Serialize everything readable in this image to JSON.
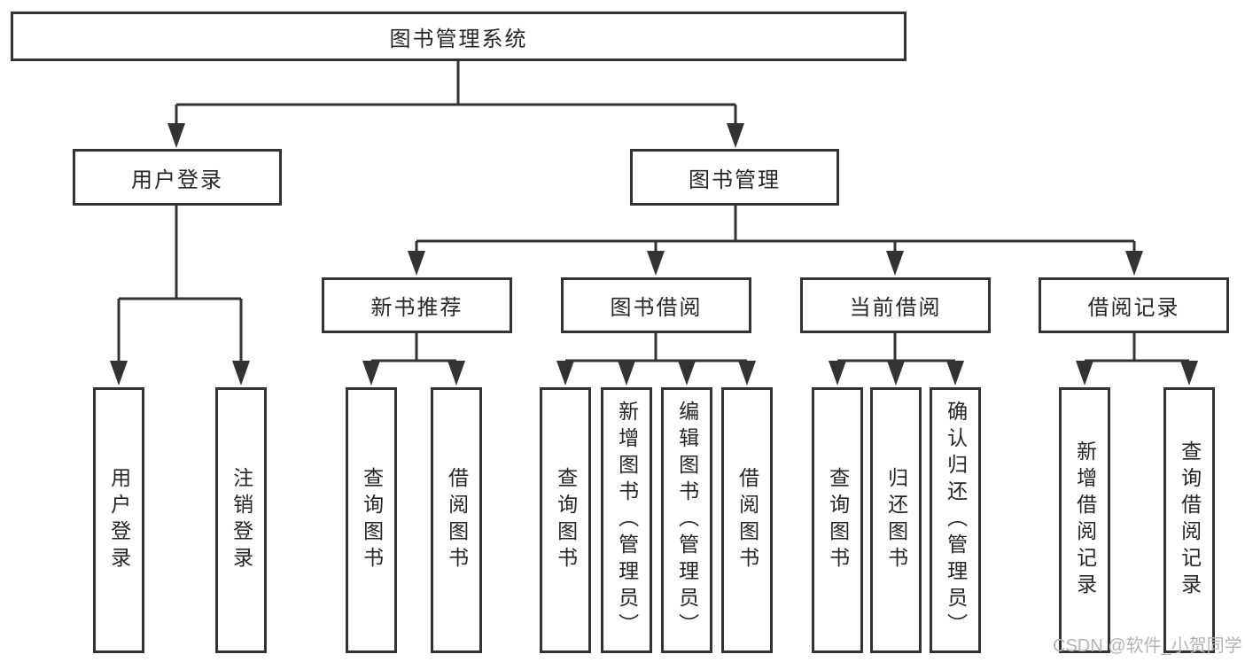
{
  "root": {
    "label": "图书管理系统"
  },
  "level2": [
    {
      "label": "用户登录"
    },
    {
      "label": "图书管理"
    }
  ],
  "level3": [
    {
      "label": "新书推荐"
    },
    {
      "label": "图书借阅"
    },
    {
      "label": "当前借阅"
    },
    {
      "label": "借阅记录"
    }
  ],
  "leaves": {
    "user_login": [
      "用户登录",
      "注销登录"
    ],
    "new_book_recommend": [
      "查询图书",
      "借阅图书"
    ],
    "book_borrow": [
      "查询图书",
      "新增图书（管理员）",
      "编辑图书（管理员）",
      "借阅图书"
    ],
    "current_borrow": [
      "查询图书",
      "归还图书",
      "确认归还（管理员）"
    ],
    "borrow_records": [
      "新增借阅记录",
      "查询借阅记录"
    ]
  },
  "watermark": "CSDN @软件_小贺同学",
  "colors": {
    "line": "#333333",
    "text": "#262626",
    "watermark": "#b4b4b4",
    "background": "#ffffff"
  }
}
